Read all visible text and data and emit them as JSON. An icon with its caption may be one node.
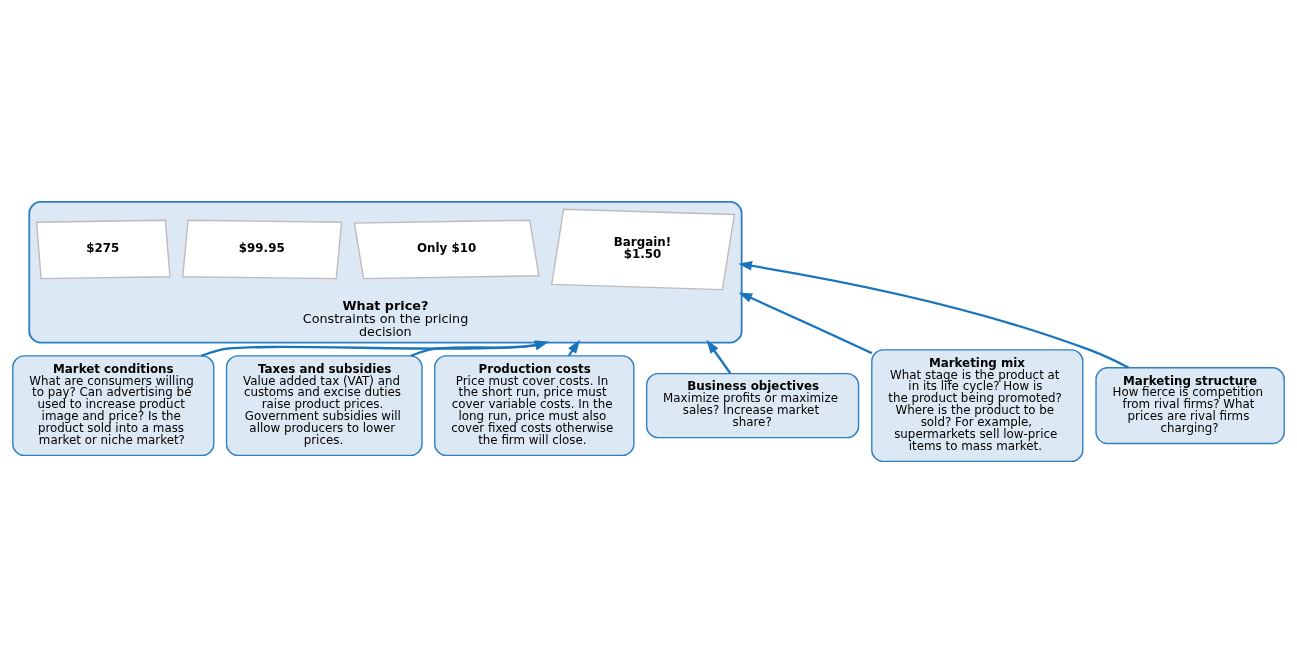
{
  "diagram": {
    "nodes": [
      {
        "text": [
          "What price?",
          "Constraints on the pricing decision"
        ]
      },
      {
        "text": [
          "Bargain! $1.50"
        ],
        "in": 0
      },
      {
        "text": [
          "Only $10"
        ],
        "in": 0
      },
      {
        "text": [
          "$99.95"
        ],
        "in": 0
      },
      {
        "text": [
          "$275"
        ],
        "in": 0
      },
      {
        "text": [
          "Market conditions",
          "What are consumers willing to pay? Can advertising be used to increase product image and price? Is the product sold into a mass market or niche market?"
        ]
      },
      {
        "text": [
          "Taxes and subsidies",
          "Value added tax (VAT) and customs and excise duties raise product prices. Government subsidies will allow producers to lower prices."
        ]
      },
      {
        "text": [
          "Production costs",
          "Price must cover costs. In the short run, price must cover variable costs. In the long run, price must also cover fixed costs otherwise the firm will close."
        ]
      },
      {
        "text": [
          "Business objectives",
          "Maximize profits or maximize sales? Increase market share?"
        ]
      },
      {
        "text": [
          "Marketing mix",
          "What stage is the product at in its life cycle? How is the product being promoted? Where is the product to be sold? For example, supermarkets sell low-price items to mass market."
        ]
      },
      {
        "text": [
          "Marketing structure",
          "How fierce is competition from rival firms? What prices are rival firms charging?"
        ]
      }
    ],
    "edges": [
      {
        "from": 5,
        "to": 0,
        "arrow": "to"
      },
      {
        "from": 6,
        "to": 0,
        "arrow": "to"
      },
      {
        "from": 7,
        "to": 0,
        "arrow": "to"
      },
      {
        "from": 10,
        "to": 0,
        "arrow": "to"
      },
      {
        "from": 9,
        "to": 0,
        "arrow": "to"
      },
      {
        "from": 8,
        "to": 0,
        "arrow": "to"
      }
    ]
  }
}
